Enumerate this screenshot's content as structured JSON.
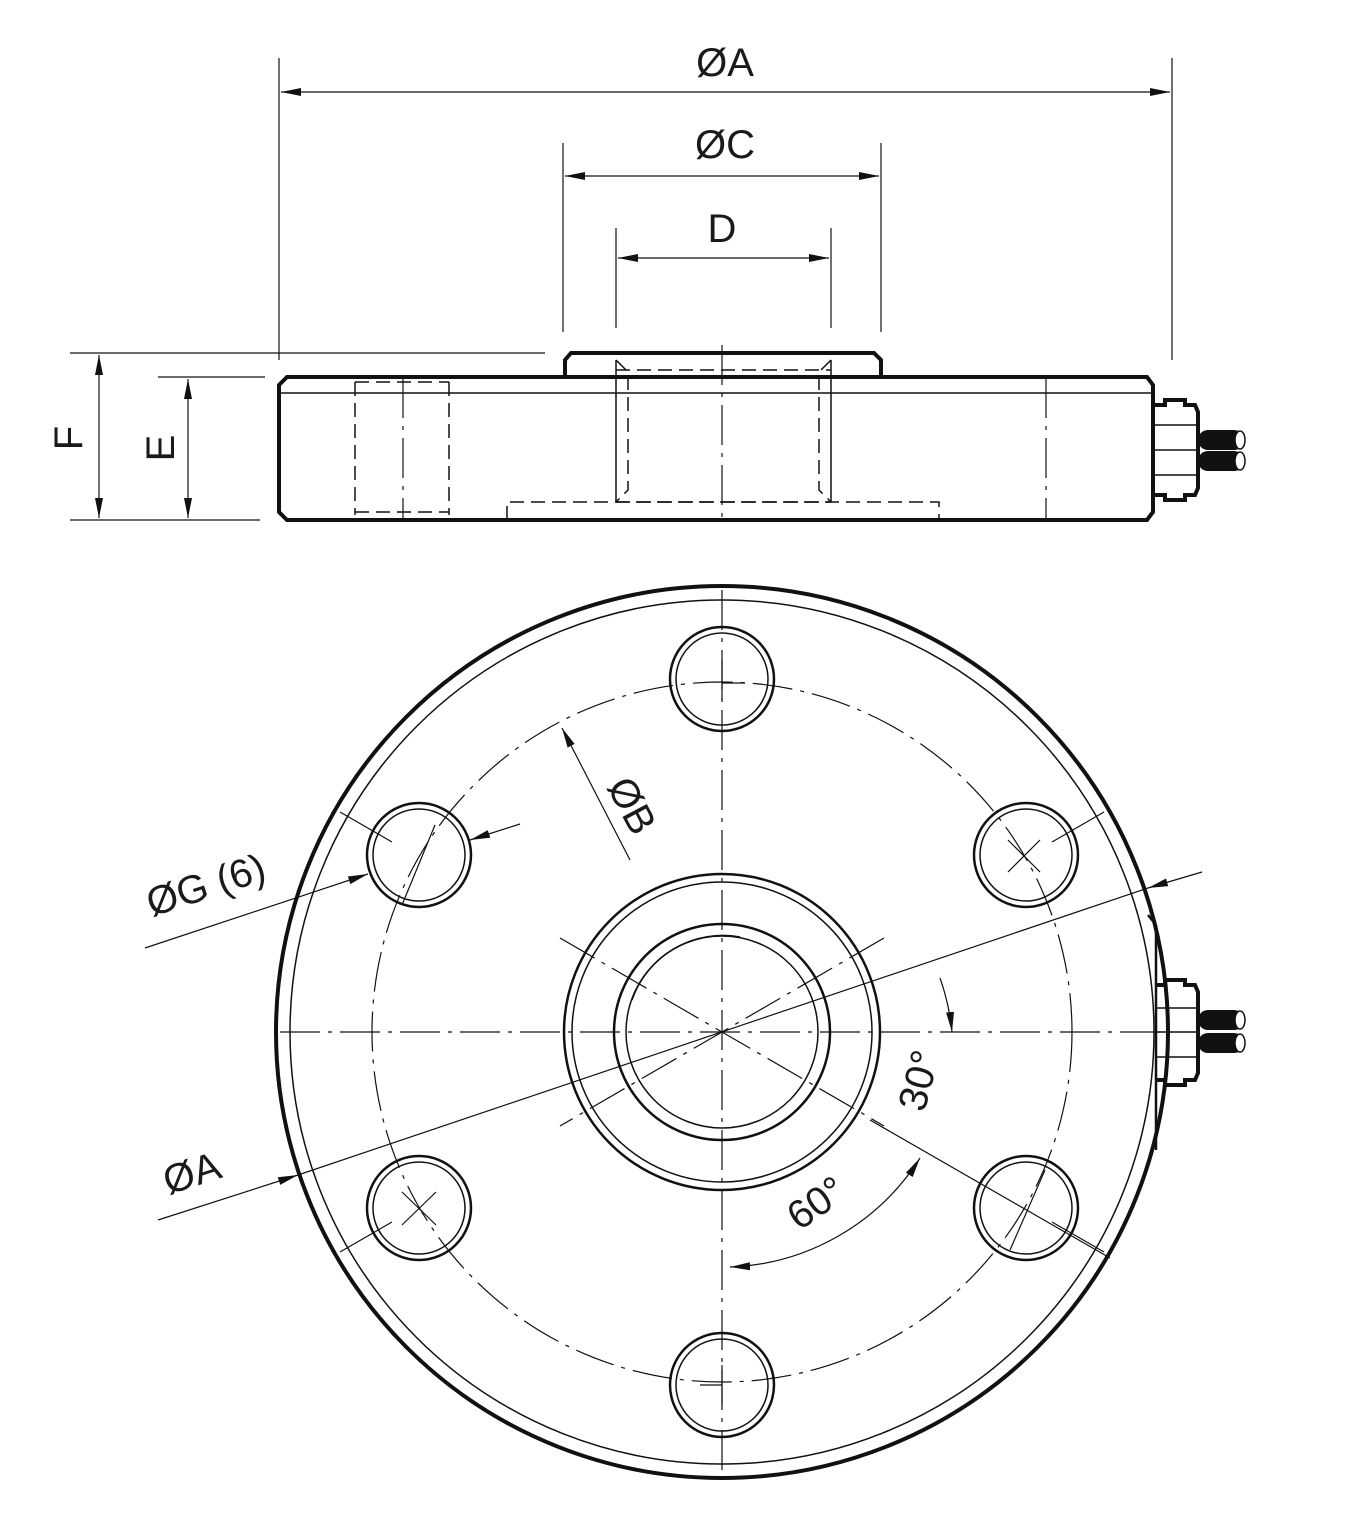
{
  "labels": {
    "dim_a_top": "ØA",
    "dim_c": "ØC",
    "dim_d": "D",
    "dim_f": "F",
    "dim_e": "E",
    "dim_b": "ØB",
    "dim_g": "ØG (6)",
    "dim_a_plan": "ØA",
    "angle_30": "30°",
    "angle_60": "60°"
  }
}
